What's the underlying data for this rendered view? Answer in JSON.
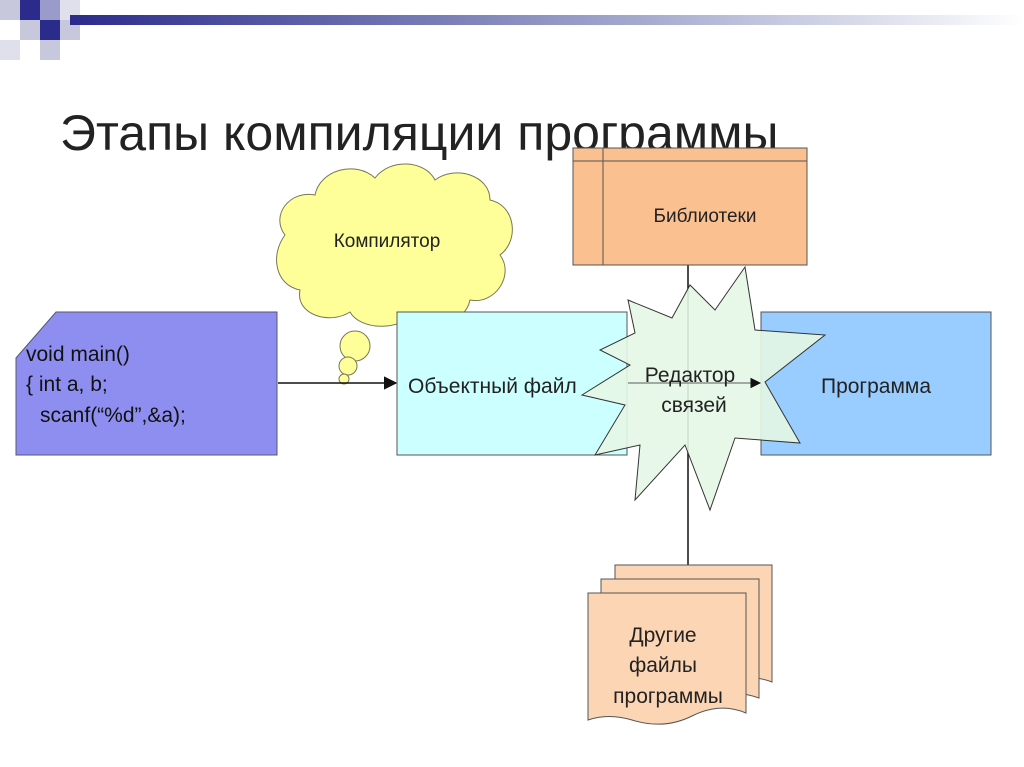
{
  "slide": {
    "title": "Этапы компиляции программы"
  },
  "diagram": {
    "source_code": {
      "lines": [
        "void main()",
        "{ int a, b;",
        "  scanf(“%d”,&a);"
      ]
    },
    "compiler_cloud": {
      "label": "Компилятор"
    },
    "object_file": {
      "label": "Объектный файл"
    },
    "libraries": {
      "label": "Библиотеки"
    },
    "linker": {
      "line1": "Редактор",
      "line2": "связей"
    },
    "program": {
      "label": "Программа"
    },
    "other_files": {
      "line1": "Другие",
      "line2": "файлы",
      "line3": "программы"
    }
  },
  "colors": {
    "source_fill": "#8e8ef0",
    "cloud_fill": "#ffff99",
    "object_fill": "#ccffff",
    "libraries_fill": "#fac090",
    "linker_fill": "#e6f7e6",
    "program_fill": "#99ccff",
    "documents_fill": "#fcd5b4",
    "accent_blue": "#2b2b8c"
  }
}
